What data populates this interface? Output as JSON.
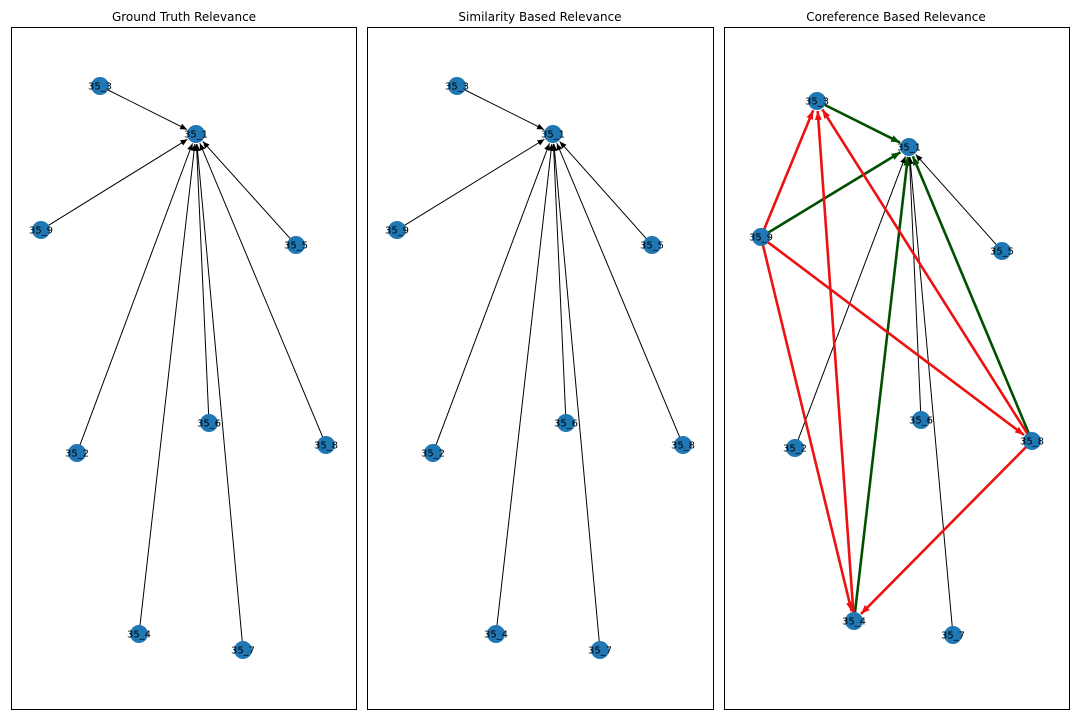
{
  "colors": {
    "node": "#1f77b4",
    "edge_default": "#000000",
    "edge_green": "#005000",
    "edge_red": "#ee1111"
  },
  "panels": [
    {
      "title": "Ground Truth Relevance",
      "nodes": [
        "35_1",
        "35_2",
        "35_3",
        "35_4",
        "35_5",
        "35_6",
        "35_7",
        "35_8",
        "35_9"
      ],
      "edges": [
        {
          "from": "35_3",
          "to": "35_1",
          "color": "black"
        },
        {
          "from": "35_9",
          "to": "35_1",
          "color": "black"
        },
        {
          "from": "35_5",
          "to": "35_1",
          "color": "black"
        },
        {
          "from": "35_2",
          "to": "35_1",
          "color": "black"
        },
        {
          "from": "35_6",
          "to": "35_1",
          "color": "black"
        },
        {
          "from": "35_8",
          "to": "35_1",
          "color": "black"
        },
        {
          "from": "35_4",
          "to": "35_1",
          "color": "black"
        },
        {
          "from": "35_7",
          "to": "35_1",
          "color": "black"
        }
      ]
    },
    {
      "title": "Similarity Based Relevance",
      "nodes": [
        "35_1",
        "35_2",
        "35_3",
        "35_4",
        "35_5",
        "35_6",
        "35_7",
        "35_8",
        "35_9"
      ],
      "edges": [
        {
          "from": "35_3",
          "to": "35_1",
          "color": "black"
        },
        {
          "from": "35_9",
          "to": "35_1",
          "color": "black"
        },
        {
          "from": "35_5",
          "to": "35_1",
          "color": "black"
        },
        {
          "from": "35_2",
          "to": "35_1",
          "color": "black"
        },
        {
          "from": "35_6",
          "to": "35_1",
          "color": "black"
        },
        {
          "from": "35_8",
          "to": "35_1",
          "color": "black"
        },
        {
          "from": "35_4",
          "to": "35_1",
          "color": "black"
        },
        {
          "from": "35_7",
          "to": "35_1",
          "color": "black"
        }
      ]
    },
    {
      "title": "Coreference Based Relevance",
      "nodes": [
        "35_1",
        "35_2",
        "35_3",
        "35_4",
        "35_5",
        "35_6",
        "35_7",
        "35_8",
        "35_9"
      ],
      "edges": [
        {
          "from": "35_2",
          "to": "35_1",
          "color": "black"
        },
        {
          "from": "35_5",
          "to": "35_1",
          "color": "black"
        },
        {
          "from": "35_6",
          "to": "35_1",
          "color": "black"
        },
        {
          "from": "35_7",
          "to": "35_1",
          "color": "black"
        },
        {
          "from": "35_3",
          "to": "35_1",
          "color": "green"
        },
        {
          "from": "35_9",
          "to": "35_1",
          "color": "green"
        },
        {
          "from": "35_4",
          "to": "35_1",
          "color": "green"
        },
        {
          "from": "35_8",
          "to": "35_1",
          "color": "green"
        },
        {
          "from": "35_9",
          "to": "35_3",
          "color": "red"
        },
        {
          "from": "35_4",
          "to": "35_3",
          "color": "red"
        },
        {
          "from": "35_8",
          "to": "35_3",
          "color": "red"
        },
        {
          "from": "35_9",
          "to": "35_8",
          "color": "red"
        },
        {
          "from": "35_9",
          "to": "35_4",
          "color": "red"
        },
        {
          "from": "35_8",
          "to": "35_4",
          "color": "red"
        }
      ]
    }
  ]
}
